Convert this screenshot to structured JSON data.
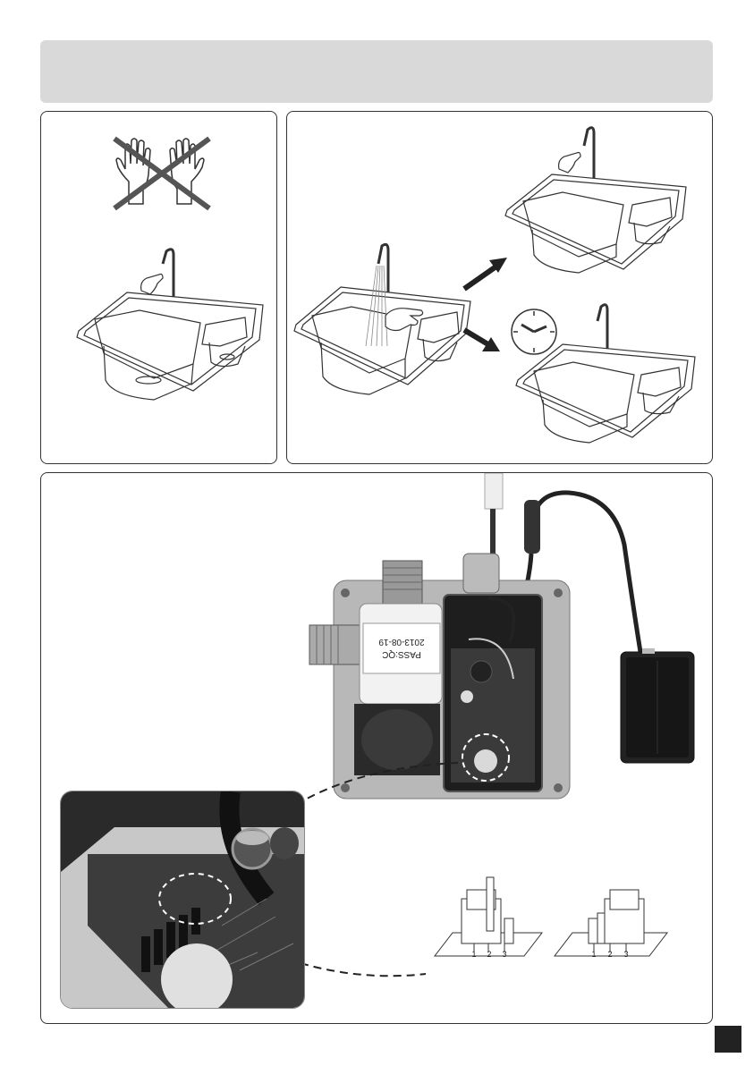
{
  "photo": {
    "label_line1": "PASS:QC",
    "label_line2": "2013-08-19"
  },
  "jumpers": {
    "left": {
      "pin_labels": [
        "1",
        "2",
        "3"
      ]
    },
    "right": {
      "pin_labels": [
        "1",
        "2",
        "3"
      ]
    }
  },
  "colors": {
    "header_bar": "#d9d9d9",
    "outline": "#333333",
    "page_box": "#222222"
  }
}
